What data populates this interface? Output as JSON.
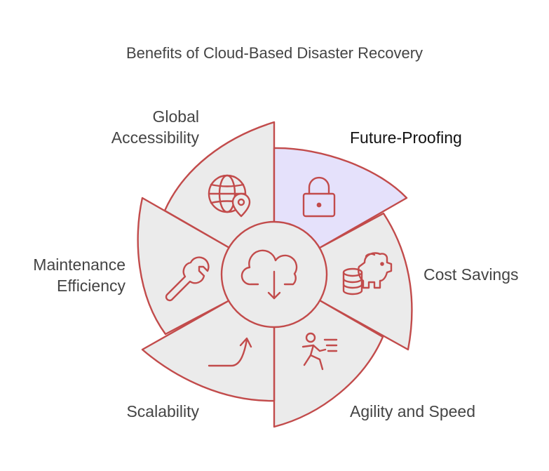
{
  "title": "Benefits of Cloud-Based Disaster Recovery",
  "segments": [
    {
      "label": "Global\nAccessibility",
      "icon": "globe-location-icon",
      "highlighted": false
    },
    {
      "label": "Future-Proofing",
      "icon": "lock-icon",
      "highlighted": true
    },
    {
      "label": "Cost Savings",
      "icon": "piggy-bank-coins-icon",
      "highlighted": false
    },
    {
      "label": "Agility and Speed",
      "icon": "running-person-icon",
      "highlighted": false
    },
    {
      "label": "Scalability",
      "icon": "growth-arrow-icon",
      "highlighted": false
    },
    {
      "label": "Maintenance\nEfficiency",
      "icon": "wrench-icon",
      "highlighted": false
    }
  ],
  "center": {
    "icon": "cloud-download-icon"
  },
  "colors": {
    "stroke": "#c24b4b",
    "segment_fill": "#ebebeb",
    "highlight_fill": "#e5e1fb",
    "text": "#444444",
    "background": "#ffffff"
  }
}
